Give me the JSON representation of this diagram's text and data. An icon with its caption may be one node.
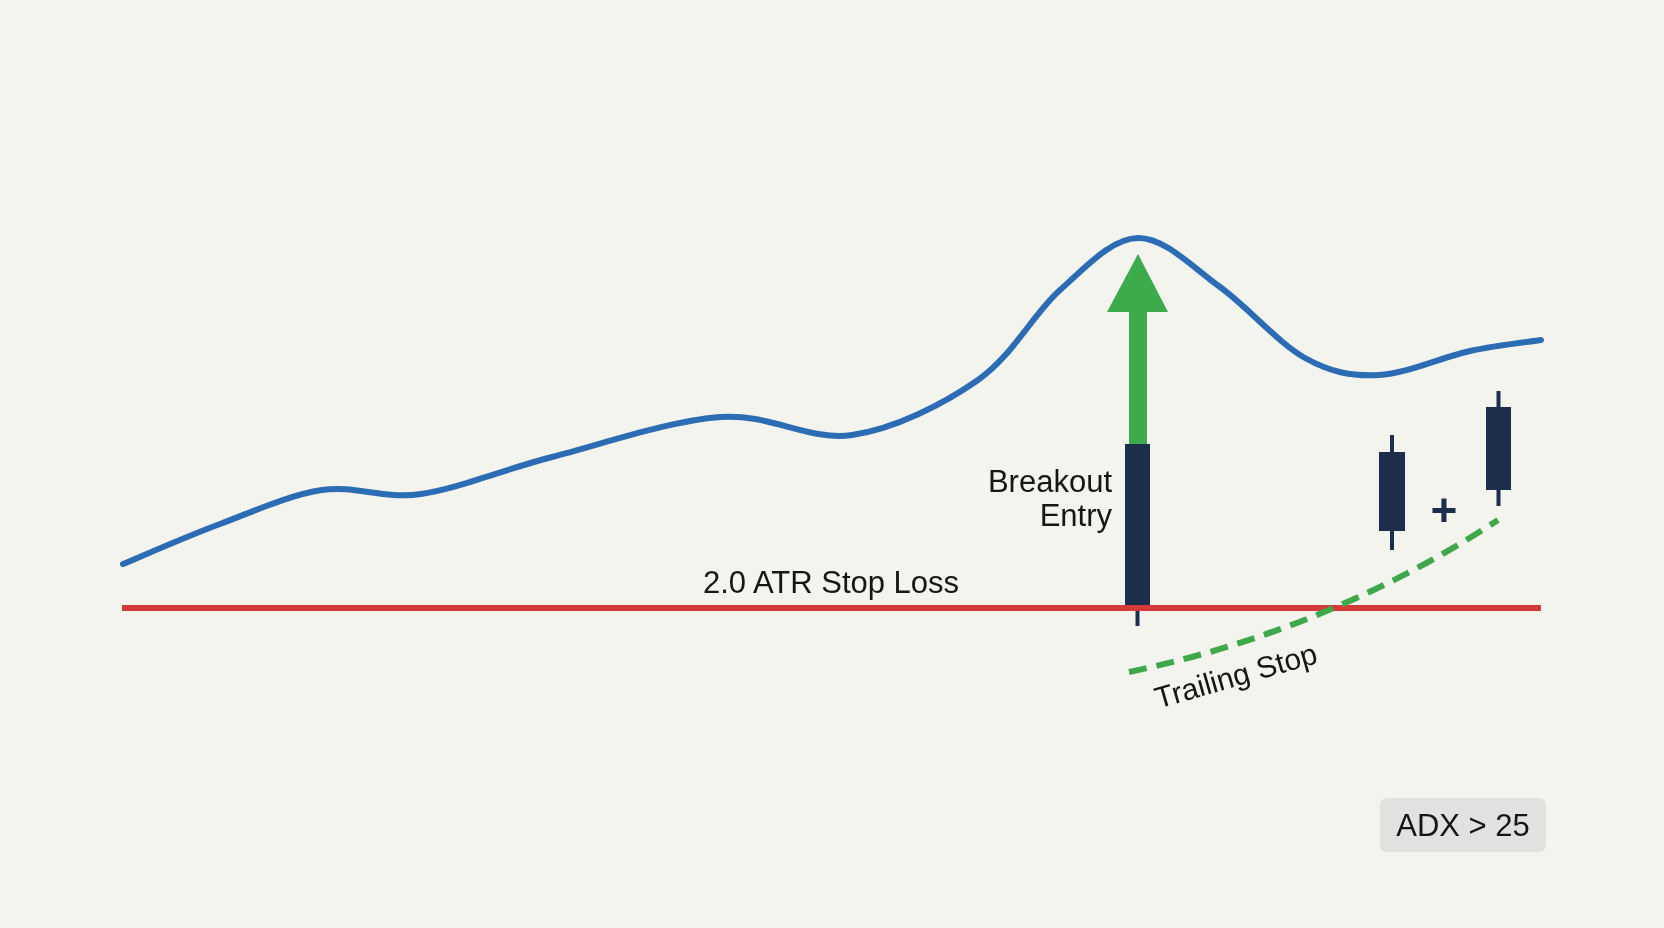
{
  "diagram": {
    "nodes": [
      {
        "text": [
          "ADX > 25"
        ]
      }
    ],
    "labels": [
      "Breakout Entry",
      "+",
      "2.0 ATR Stop Loss",
      "Trailing Stop"
    ]
  }
}
